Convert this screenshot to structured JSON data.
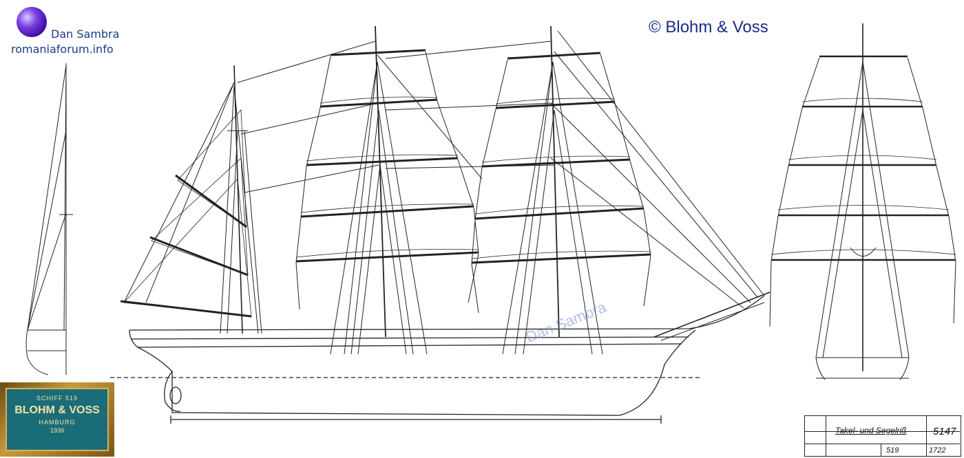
{
  "watermark": {
    "name": "Dan Sambra",
    "site": "romaniaforum.info",
    "diagonal": "Dan Sambra"
  },
  "copyright": "© Blohm & Voss",
  "plaque": {
    "line1": "SCHIFF 519",
    "line2": "BLOHM & VOSS",
    "line3": "HAMBURG",
    "line4": "1939"
  },
  "title_block": {
    "title": "Takel- und Segelriß",
    "drawing_code": "5147",
    "number_1": "519",
    "number_2": "1722"
  },
  "colors": {
    "line": "#222222",
    "watermark": "#1a3a8a",
    "plaque_bg": "#1a6d78",
    "plaque_frame": "#c79a3a"
  }
}
